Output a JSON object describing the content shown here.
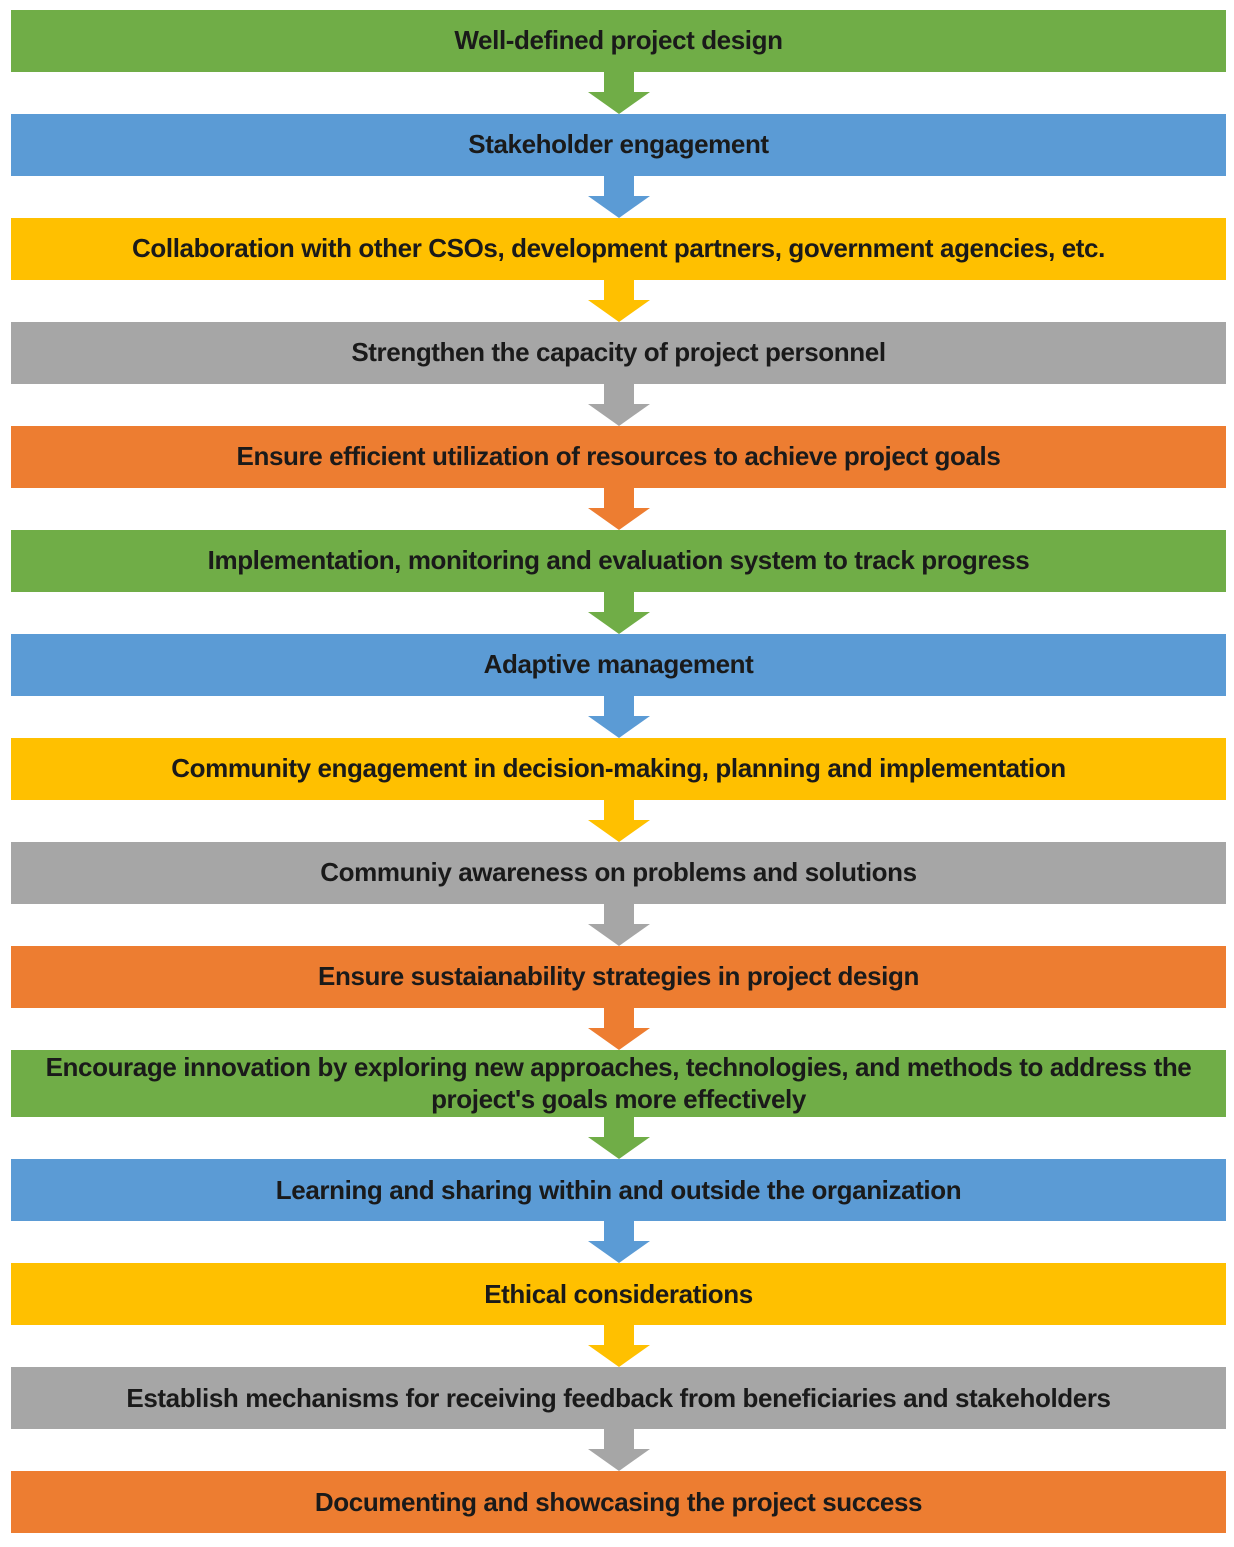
{
  "diagram": {
    "type": "flowchart",
    "direction": "top-down",
    "background": "#ffffff",
    "text_color": "#1a1a1a",
    "palette": {
      "green": "#70AD47",
      "blue": "#5B9BD5",
      "yellow": "#FFC000",
      "gray": "#A6A6A6",
      "orange": "#ED7D31"
    },
    "connector": {
      "style": "block-arrow-down",
      "count": 14,
      "color_rule": "same color as the step above"
    },
    "steps": [
      {
        "label": "Well-defined project design",
        "color_name": "green",
        "color": "#70AD47"
      },
      {
        "label": "Stakeholder engagement",
        "color_name": "blue",
        "color": "#5B9BD5"
      },
      {
        "label": "Collaboration with other CSOs, development partners, government agencies, etc.",
        "color_name": "yellow",
        "color": "#FFC000"
      },
      {
        "label": "Strengthen the capacity of project personnel",
        "color_name": "gray",
        "color": "#A6A6A6"
      },
      {
        "label": "Ensure efficient utilization of resources to achieve project goals",
        "color_name": "orange",
        "color": "#ED7D31"
      },
      {
        "label": "Implementation, monitoring and evaluation system to track progress",
        "color_name": "green",
        "color": "#70AD47"
      },
      {
        "label": "Adaptive management",
        "color_name": "blue",
        "color": "#5B9BD5"
      },
      {
        "label": "Community engagement in decision-making, planning and implementation",
        "color_name": "yellow",
        "color": "#FFC000"
      },
      {
        "label": "Communiy awareness on problems and solutions",
        "color_name": "gray",
        "color": "#A6A6A6"
      },
      {
        "label": "Ensure sustaianability strategies in project design",
        "color_name": "orange",
        "color": "#ED7D31"
      },
      {
        "label": "Encourage innovation by exploring new approaches, technologies, and methods to address the project's goals more effectively",
        "color_name": "green",
        "color": "#70AD47"
      },
      {
        "label": "Learning and sharing within and outside the organization",
        "color_name": "blue",
        "color": "#5B9BD5"
      },
      {
        "label": "Ethical considerations",
        "color_name": "yellow",
        "color": "#FFC000"
      },
      {
        "label": "Establish mechanisms for receiving feedback from beneficiaries and stakeholders",
        "color_name": "gray",
        "color": "#A6A6A6"
      },
      {
        "label": "Documenting and showcasing the project success",
        "color_name": "orange",
        "color": "#ED7D31"
      }
    ]
  }
}
